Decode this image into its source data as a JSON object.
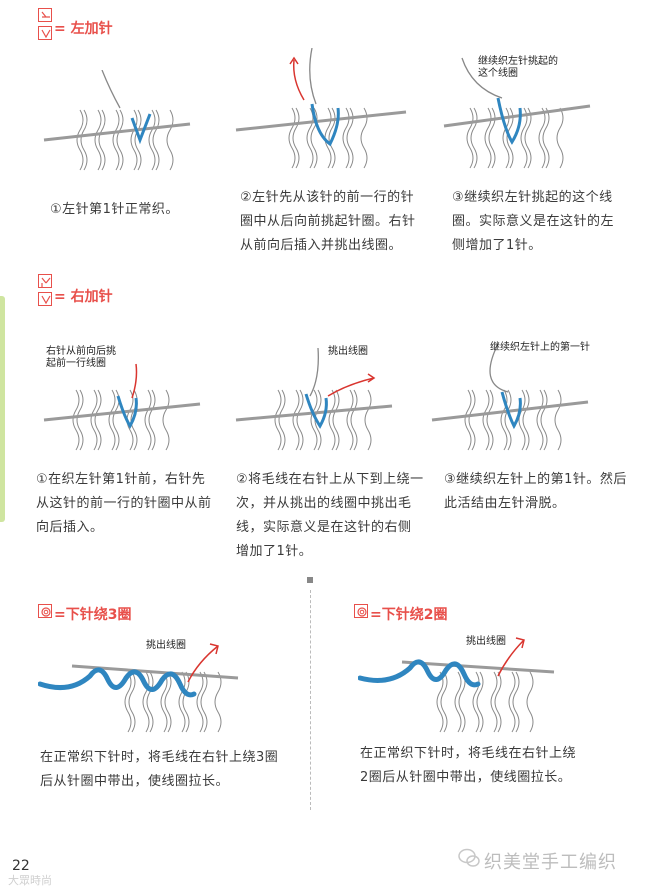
{
  "sections": {
    "left_increase": {
      "title": "= 左加针",
      "steps": [
        {
          "caption": "①左针第1针正常织。"
        },
        {
          "caption": "②左针先从该针的前一行的针圈中从后向前挑起针圈。右针从前向后插入并挑出线圈。"
        },
        {
          "caption": "③继续织左针挑起的这个线圈。实际意义是在这针的左侧增加了1针。",
          "callout": "继续织左针挑起的\n这个线圈"
        }
      ]
    },
    "right_increase": {
      "title": "= 右加针",
      "steps": [
        {
          "caption": "①在织左针第1针前，右针先从这针的前一行的针圈中从前向后插入。",
          "callout": "右针从前向后挑\n起前一行线圈"
        },
        {
          "caption": "②将毛线在右针上从下到上绕一次，并从挑出的线圈中挑出毛线，实际意义是在这针的右侧增加了1针。",
          "callout": "挑出线圈"
        },
        {
          "caption": "③继续织左针上的第1针。然后此活结由左针滑脱。",
          "callout": "继续织左针上的第一针"
        }
      ]
    },
    "wrap3": {
      "title": "=下针绕3圈",
      "callout": "挑出线圈",
      "caption": "在正常织下针时，将毛线在右针上绕3圈后从针圈中带出，使线圈拉长。"
    },
    "wrap2": {
      "title": "=下针绕2圈",
      "callout": "挑出线圈",
      "caption": "在正常织下针时，将毛线在右针上绕2圈后从针圈中带出，使线圈拉长。"
    }
  },
  "footer": {
    "page_number": "22",
    "watermark": "大眾時尚",
    "brand": "织美堂手工编织"
  },
  "colors": {
    "accent": "#e8504b",
    "yarn_blue": "#2f86c0",
    "needle": "#9a9a9a",
    "arrow_red": "#d9352f",
    "side_tab": "#cfe5a0"
  },
  "icons": [
    "left-increase-symbol-icon",
    "right-increase-symbol-icon",
    "wrap-stitch-symbol-icon",
    "wechat-icon"
  ]
}
